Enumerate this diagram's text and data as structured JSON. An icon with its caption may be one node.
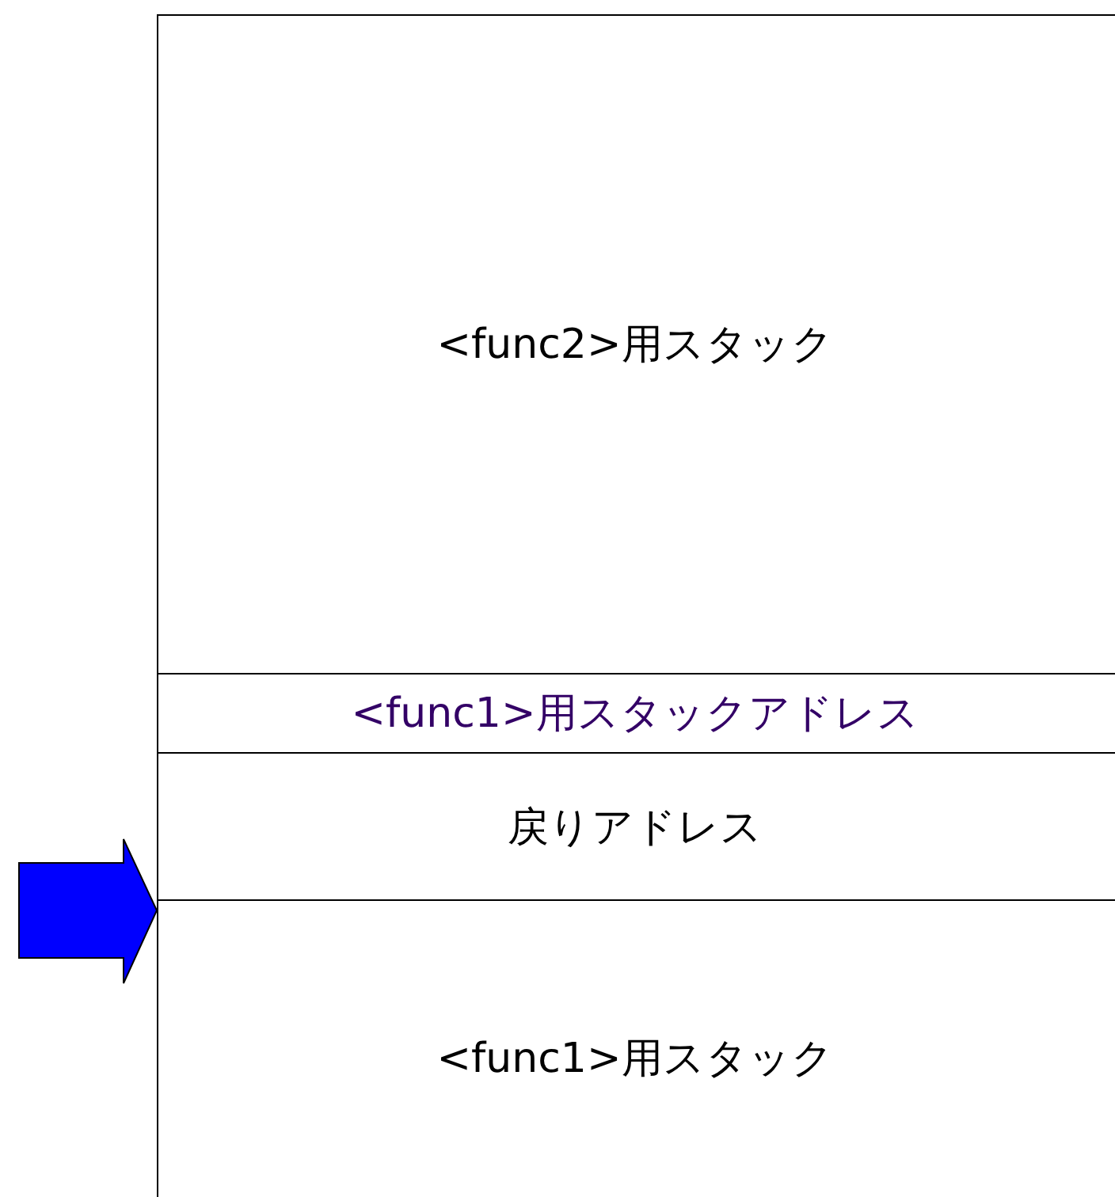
{
  "diagram": {
    "nodes": [
      {
        "text": [
          "<func2>用スタック"
        ]
      },
      {
        "text": [
          "<func1>用スタックアドレス"
        ]
      },
      {
        "text": [
          "戻りアドレス"
        ]
      },
      {
        "text": [
          "<func1>用スタック"
        ]
      }
    ]
  }
}
